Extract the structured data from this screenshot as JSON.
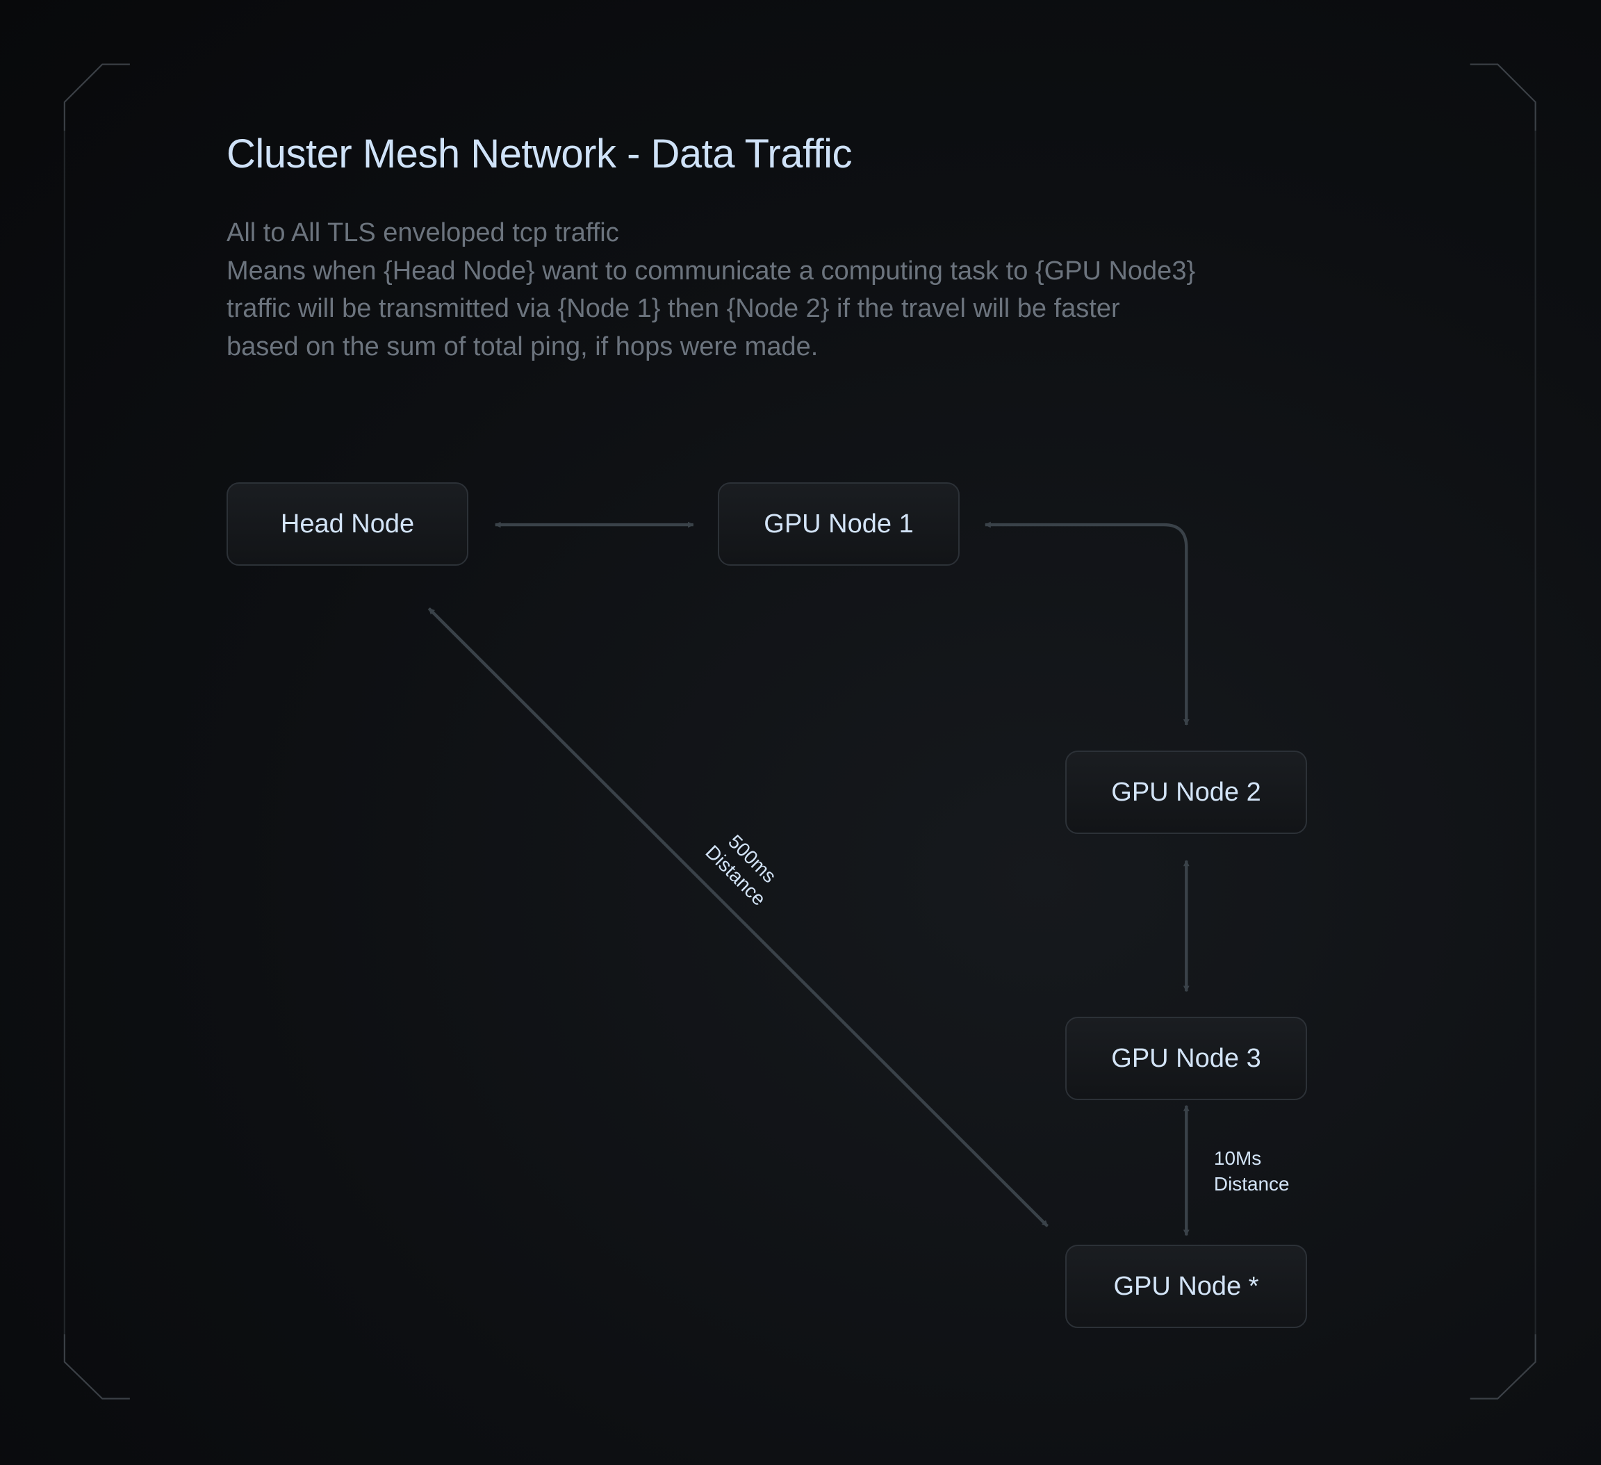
{
  "header": {
    "title": "Cluster Mesh Network - Data Traffic"
  },
  "description": [
    "All to All TLS enveloped tcp traffic",
    "Means when {Head Node} want to communicate a computing task to {GPU Node3}",
    "traffic will be transmitted via {Node 1} then {Node 2} if the travel will be faster",
    "based on the sum of total ping, if hops were made."
  ],
  "nodes": {
    "head": "Head Node",
    "gpu1": "GPU Node 1",
    "gpu2": "GPU Node 2",
    "gpu3": "GPU Node 3",
    "gpu_any": "GPU Node *"
  },
  "links": {
    "diagonal": {
      "value": "500ms",
      "unit": "Distance"
    },
    "gpu3_any": {
      "value": "10Ms",
      "unit": "Distance"
    }
  },
  "colors": {
    "line": "#3a4249",
    "node_text": "#d3e4f7",
    "desc": "#6c747e"
  }
}
